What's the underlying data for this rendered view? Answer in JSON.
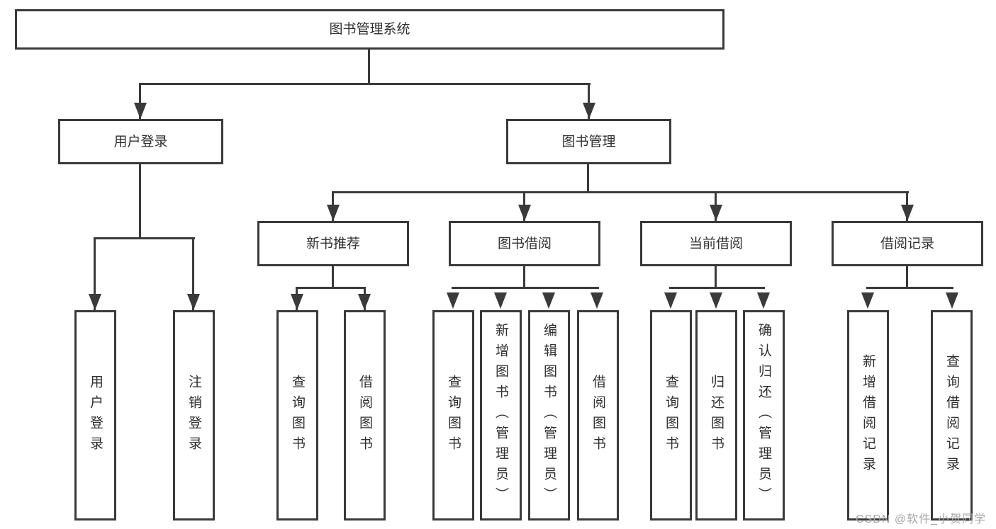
{
  "tree": {
    "root_label": "图书管理系统",
    "children": [
      {
        "label": "用户登录",
        "children": [
          {
            "label": "用户登录"
          },
          {
            "label": "注销登录"
          }
        ]
      },
      {
        "label": "图书管理",
        "children": [
          {
            "label": "新书推荐",
            "children": [
              {
                "label": "查询图书"
              },
              {
                "label": "借阅图书"
              }
            ]
          },
          {
            "label": "图书借阅",
            "children": [
              {
                "label": "查询图书"
              },
              {
                "label": "新增图书（管理员）"
              },
              {
                "label": "编辑图书（管理员）"
              },
              {
                "label": "借阅图书"
              }
            ]
          },
          {
            "label": "当前借阅",
            "children": [
              {
                "label": "查询图书"
              },
              {
                "label": "归还图书"
              },
              {
                "label": "确认归还（管理员）"
              }
            ]
          },
          {
            "label": "借阅记录",
            "children": [
              {
                "label": "新增借阅记录"
              },
              {
                "label": "查询借阅记录"
              }
            ]
          }
        ]
      }
    ]
  },
  "watermark": {
    "text": "CSDN @软件_小贺同学"
  },
  "colors": {
    "line": "#3a3a3a",
    "text": "#2f2f2f",
    "watermark": "#a6a6a6",
    "background": "#ffffff"
  }
}
